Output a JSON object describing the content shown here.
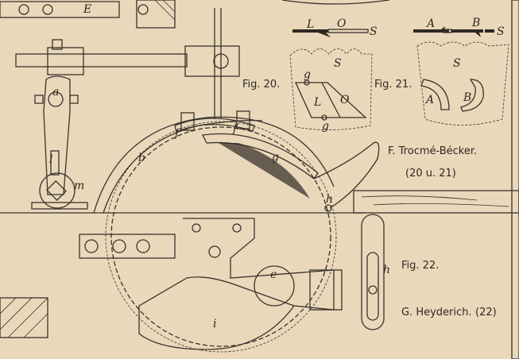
{
  "labels": {
    "E": "E",
    "fig20_strip": {
      "L": "L",
      "O": "O",
      "S": "S"
    },
    "fig21_strip": {
      "A": "A",
      "B": "B",
      "S": "S"
    },
    "fig20_plate": {
      "S": "S",
      "g_top": "g",
      "L": "L",
      "O": "O",
      "g_bottom": "g"
    },
    "fig21_plate": {
      "S": "S",
      "A": "A",
      "B": "B"
    },
    "main": {
      "a": "a",
      "l": "l",
      "m": "m",
      "b": "b",
      "f1": "f",
      "f2": "f",
      "g": "g",
      "h": "h",
      "e": "e",
      "h2": "h",
      "i": "i"
    }
  },
  "captions": {
    "fig20": "Fig. 20.",
    "fig21": "Fig. 21.",
    "fig22": "Fig. 22.",
    "author1": "F. Trocmé-Bécker.",
    "author1_refs": "(20 u. 21)",
    "author2": "G. Heyderich.",
    "author2_refs": "(22)"
  },
  "colors": {
    "paper": "#e9d8ba",
    "ink": "#2e2823"
  }
}
